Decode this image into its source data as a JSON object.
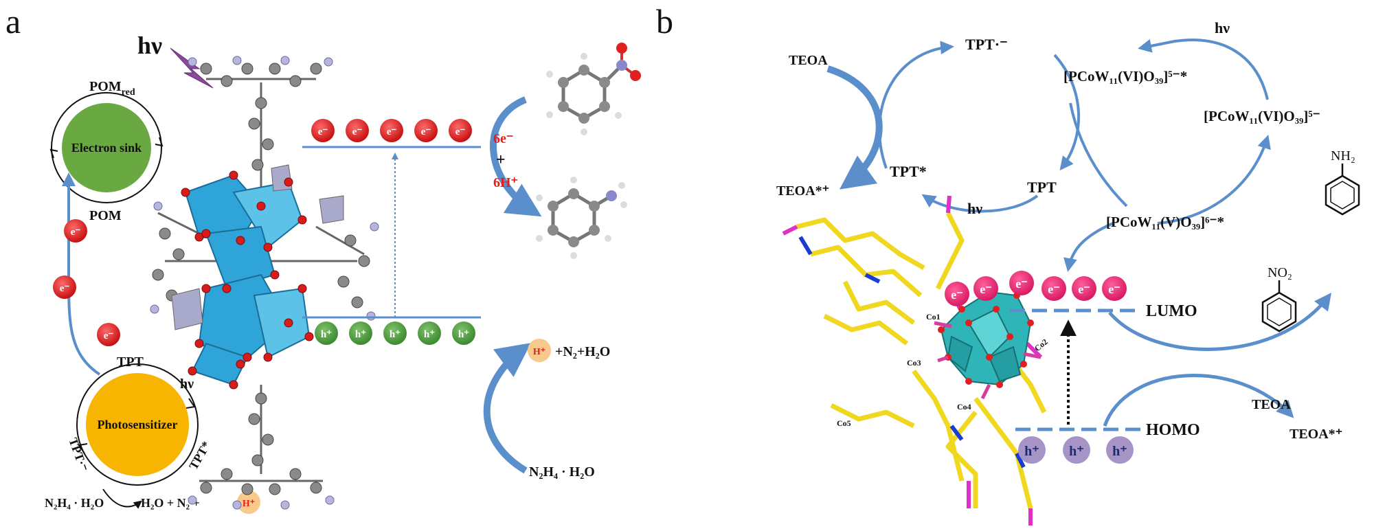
{
  "panel_a": {
    "label": "a",
    "hv": "hν",
    "pom_red": {
      "base": "POM",
      "sub": "red"
    },
    "electron_sink": "Electron sink",
    "pom": "POM",
    "e_badge": "e⁻",
    "tpt": "TPT",
    "hv_small": "hν",
    "photosensitizer": "Photosensitizer",
    "tpt_star": "TPT*",
    "tpt_radical": "TPT·⁻",
    "n2h4_left": "N₂H₄ · H₂O",
    "products_left": "H₂O +  N₂  +",
    "h_plus": "H⁺",
    "six_e": "6e⁻",
    "plus": "+",
    "six_h": "6H⁺",
    "h_badge": "h⁺",
    "n2_h2o": "+N₂+H₂O",
    "n2h4_right": "N₂H₄ · H₂O"
  },
  "panel_b": {
    "label": "b",
    "teoa_top": "TEOA",
    "teoa_star_top": "TEOA*⁺",
    "tpt_radical": "TPT·⁻",
    "tpt_star": "TPT*",
    "tpt": "TPT",
    "hv_bottom": "hν",
    "hv_top": "hν",
    "pcow_vi_star": "[PCoW₁₁(VI)O₃₉]⁵⁻*",
    "pcow_vi": "[PCoW₁₁(VI)O₃₉]⁵⁻",
    "pcow_v_star": "[PCoW₁₁(V)O₃₉]⁶⁻*",
    "e_badge": "e⁻",
    "h_badge": "h⁺",
    "lumo": "LUMO",
    "homo": "HOMO",
    "teoa_bottom": "TEOA",
    "teoa_star_bottom": "TEOA*⁺",
    "no2": "NO₂",
    "nh2": "NH₂",
    "co_labels": [
      "Co1",
      "Co2",
      "Co3",
      "Co4",
      "Co5"
    ]
  },
  "colors": {
    "arrow_blue": "#5b8fcb",
    "electron_red": "#e41d1d",
    "hole_green": "#4a9a3a",
    "sink_green": "#6aa842",
    "sensitizer_orange": "#f7b400",
    "proton_peach": "#f7c98b",
    "electron_pink": "#e6236f",
    "hole_lilac": "#a794c6",
    "polyhedra_cyan": "#2fa4d8",
    "ligand_yellow": "#f1d820"
  }
}
